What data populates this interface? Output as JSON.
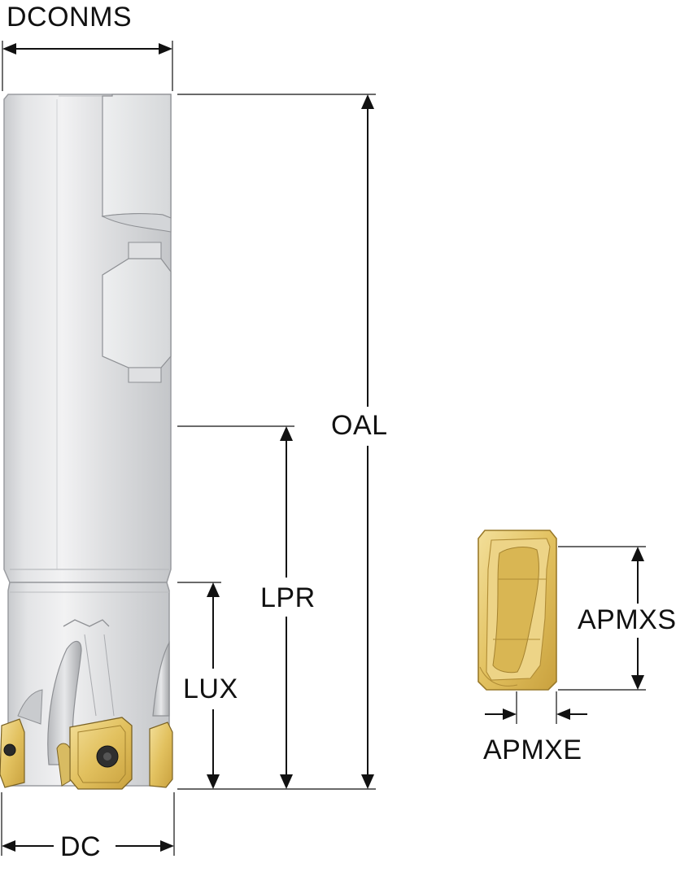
{
  "labels": {
    "dconms": "DCONMS",
    "oal": "OAL",
    "lpr": "LPR",
    "lux": "LUX",
    "dc": "DC",
    "apmxs": "APMXS",
    "apmxe": "APMXE"
  },
  "colors": {
    "dimension_line": "#111111",
    "body_light": "#e9eaec",
    "body_mid": "#cfd1d4",
    "body_dark": "#a9abaf",
    "insert_gold": "#e3c46a",
    "insert_gold_dark": "#b8923a",
    "screw": "#2a2a2a"
  }
}
